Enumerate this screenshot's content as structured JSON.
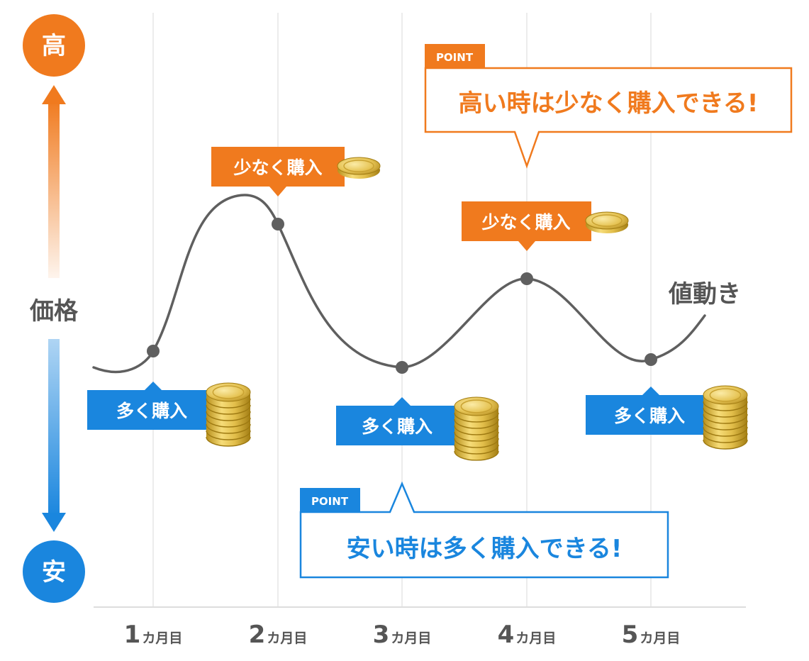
{
  "axis": {
    "high_label": "高",
    "low_label": "安",
    "price_label": "価格",
    "months": [
      {
        "num": "1",
        "unit": "カ月目"
      },
      {
        "num": "2",
        "unit": "カ月目"
      },
      {
        "num": "3",
        "unit": "カ月目"
      },
      {
        "num": "4",
        "unit": "カ月目"
      },
      {
        "num": "5",
        "unit": "カ月目"
      }
    ]
  },
  "curve_label": "値動き",
  "tags": {
    "month1": "多く購入",
    "month2": "少なく購入",
    "month3": "多く購入",
    "month4": "少なく購入",
    "month5": "多く購入"
  },
  "callouts": {
    "high": {
      "badge": "POINT",
      "text": "高い時は少なく購入できる!"
    },
    "low": {
      "badge": "POINT",
      "text": "安い時は多く購入できる!"
    }
  },
  "colors": {
    "orange": "#F07A1E",
    "blue": "#1A86DE",
    "curve": "#5F5F5F",
    "gold": "#D9B43E"
  }
}
